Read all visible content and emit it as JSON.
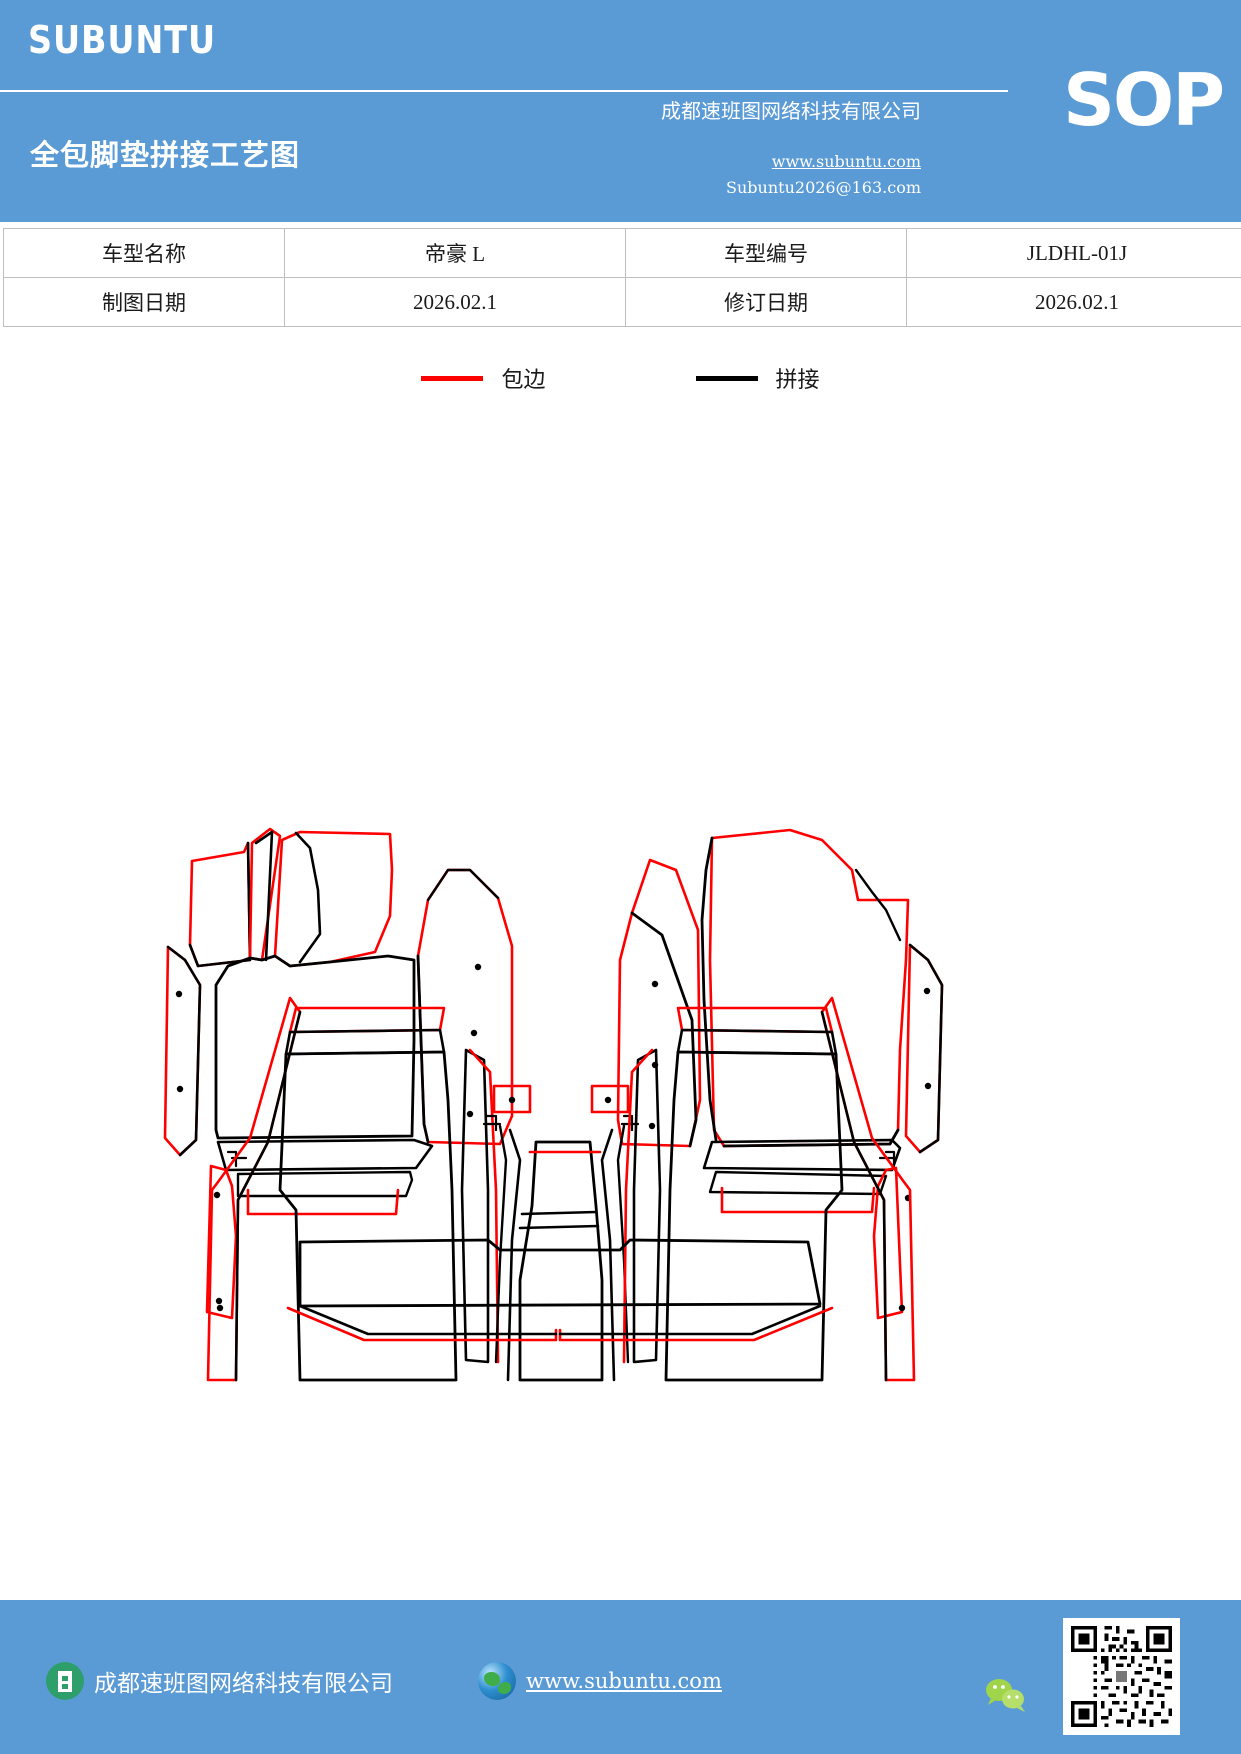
{
  "header": {
    "brand": "SUBUNTU",
    "doc_title": "全包脚垫拼接工艺图",
    "company": "成都速班图网络科技有限公司",
    "badge": "SOP",
    "website": "www.subuntu.com",
    "email": "Subuntu2026@163.com",
    "bg_color": "#5b9bd5"
  },
  "info_table": {
    "rows": [
      {
        "label1": "车型名称",
        "value1": "帝豪 L",
        "label2": "车型编号",
        "value2": "JLDHL-01J"
      },
      {
        "label1": "制图日期",
        "value1": "2026.02.1",
        "label2": "修订日期",
        "value2": "2026.02.1"
      }
    ]
  },
  "legend": {
    "items": [
      {
        "label": "包边",
        "color": "#ff0000",
        "meaning": "edge-binding"
      },
      {
        "label": "拼接",
        "color": "#000000",
        "meaning": "splice-seam"
      }
    ]
  },
  "drawing": {
    "title": "全包脚垫拼接工艺图",
    "groups": [
      {
        "name": "front-left-mat-assembly",
        "position": "top-left"
      },
      {
        "name": "front-right-mat-assembly",
        "position": "top-right"
      },
      {
        "name": "rear-mat-assembly",
        "position": "bottom-center"
      }
    ],
    "line_styles": {
      "binding": "#ff0000",
      "splice": "#000000"
    }
  },
  "footer": {
    "company": "成都速班图网络科技有限公司",
    "website": "www.subuntu.com",
    "icons": [
      "building-icon",
      "globe-icon",
      "wechat-icon",
      "qr-code"
    ],
    "bg_color": "#5b9bd5"
  }
}
